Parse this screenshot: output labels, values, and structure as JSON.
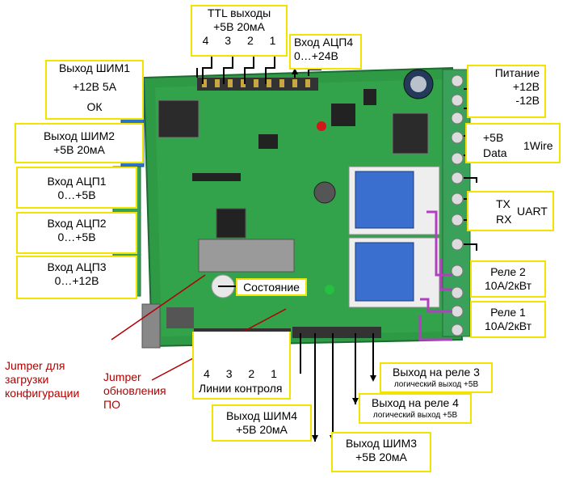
{
  "colors": {
    "board": "#2f9a46",
    "label_border": "#f2e400",
    "jumper_text": "#b20000",
    "relay_wire": "#b040c0"
  },
  "labels": {
    "ttl_outputs": {
      "title": "TTL выходы",
      "spec": "+5В 20мА",
      "numbers": [
        "4",
        "3",
        "2",
        "1"
      ]
    },
    "adc4": {
      "title": "Вход АЦП4",
      "spec": "0…+24В"
    },
    "pwm1": {
      "title": "Выход ШИМ1",
      "spec": "+12В 5А",
      "extra": "ОК"
    },
    "pwm2": {
      "title": "Выход ШИМ2",
      "spec": "+5В 20мА"
    },
    "adc1": {
      "title": "Вход АЦП1",
      "spec": "0…+5В"
    },
    "adc2": {
      "title": "Вход АЦП2",
      "spec": "0…+5В"
    },
    "adc3": {
      "title": "Вход АЦП3",
      "spec": "0…+12В"
    },
    "power": {
      "title": "Питание",
      "plus12": "+12В",
      "minus12": "-12В"
    },
    "onewire": {
      "plus5": "+5В",
      "data": "Data",
      "name": "1Wire"
    },
    "uart": {
      "tx": "TX",
      "rx": "RX",
      "name": "UART"
    },
    "relay2": {
      "title": "Реле 2",
      "spec": "10А/2кВт"
    },
    "relay1": {
      "title": "Реле 1",
      "spec": "10А/2кВт"
    },
    "state": "Состояние",
    "control_lines": {
      "numbers": [
        "4",
        "3",
        "2",
        "1"
      ],
      "title": "Линии контроля"
    },
    "relay3_out": {
      "title": "Выход на реле 3",
      "sub": "логический выход +5В"
    },
    "relay4_out": {
      "title": "Выход на реле 4",
      "sub": "логический выход +5В"
    },
    "pwm4": {
      "title": "Выход ШИМ4",
      "spec": "+5В 20мА"
    },
    "pwm3": {
      "title": "Выход ШИМ3",
      "spec": "+5В 20мА"
    },
    "jumper_config": "Jumper для загрузки конфигурации",
    "jumper_fw": "Jumper обновления ПО"
  }
}
